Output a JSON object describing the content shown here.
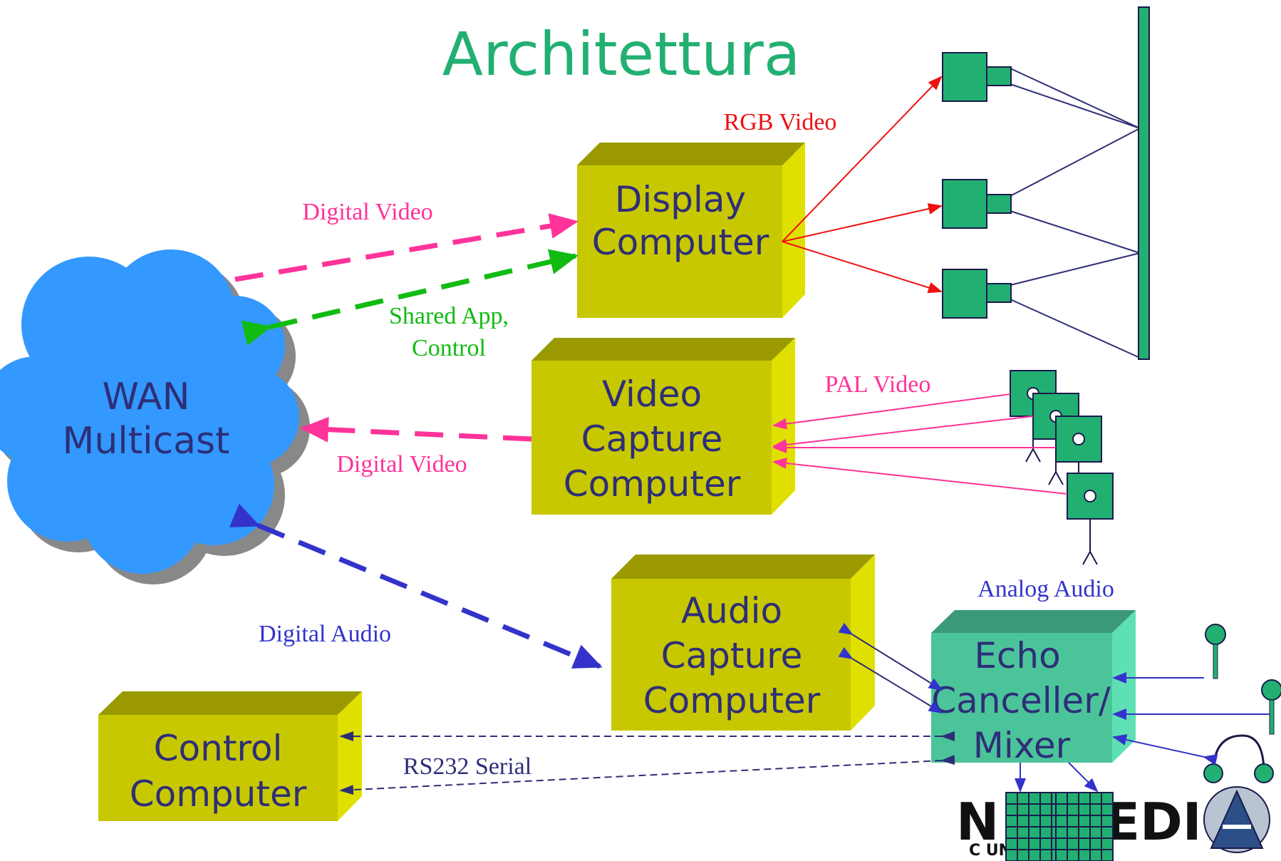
{
  "title": "Architettura",
  "colors": {
    "box": "#c8c800",
    "box_top": "#9a9a00",
    "box_side": "#e0e000",
    "echo": "#4cc49a",
    "echo_top": "#3a9a78",
    "echo_side": "#5ee0b4",
    "cloud": "#3399ff",
    "cloud_shadow": "#888888",
    "pink": "#ff3399",
    "green": "#11bb11",
    "blue": "#3333cc",
    "red": "#ee1111",
    "navy": "#2e2e78",
    "device": "#22b072"
  },
  "nodes": {
    "wan": [
      "WAN",
      "Multicast"
    ],
    "display": [
      "Display",
      "Computer"
    ],
    "video": [
      "Video",
      "Capture",
      "Computer"
    ],
    "audio": [
      "Audio",
      "Capture",
      "Computer"
    ],
    "control": [
      "Control",
      "Computer"
    ],
    "echo": [
      "Echo",
      "Canceller/",
      "Mixer"
    ]
  },
  "edges": {
    "digital_video_1": "Digital Video",
    "shared_app": [
      "Shared App,",
      "Control"
    ],
    "digital_video_2": "Digital Video",
    "digital_audio": "Digital Audio",
    "rgb_video": "RGB Video",
    "pal_video": "PAL Video",
    "analog_audio": "Analog Audio",
    "rs232": "RS232 Serial"
  },
  "logo": {
    "line1": "N   I   MEDI",
    "line2": "C        UN    ON GROUP"
  }
}
